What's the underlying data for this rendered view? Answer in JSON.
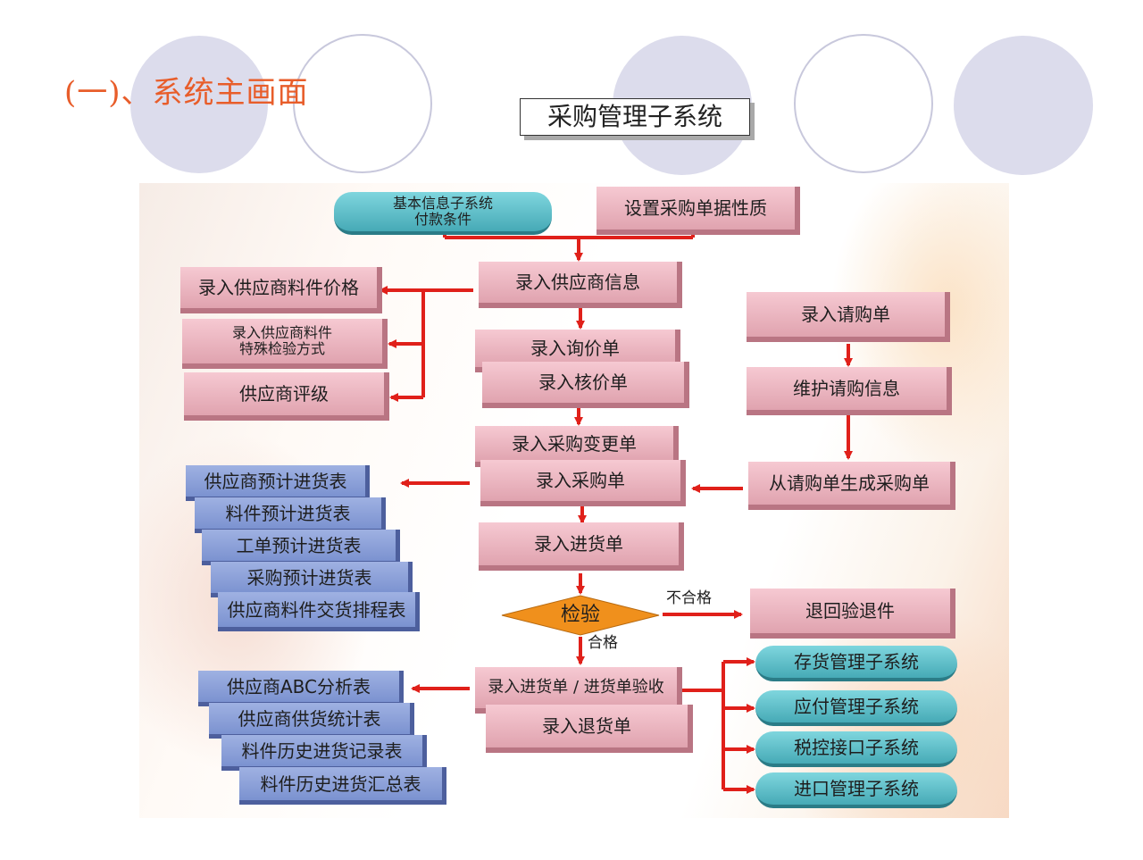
{
  "slide_title": "(一)、系统主画面",
  "system_title": "采购管理子系统",
  "nodes": {
    "base_info": "基本信息子系统\n付款条件",
    "set_doc": "设置采购单据性质",
    "supplier_info": "录入供应商信息",
    "supplier_price": "录入供应商料件价格",
    "supplier_inspect": "录入供应商料件\n特殊检验方式",
    "supplier_rating": "供应商评级",
    "inquiry": "录入询价单",
    "price_check": "录入核价单",
    "po_change": "录入采购变更单",
    "po": "录入采购单",
    "receipt": "录入进货单",
    "inspect": "检验",
    "fail_label": "不合格",
    "pass_label": "合格",
    "return_inspect": "退回验退件",
    "receipt_check": "录入进货单 / 进货单验收",
    "return_goods": "录入退货单",
    "requisition": "录入请购单",
    "maintain_req": "维护请购信息",
    "gen_po": "从请购单生成采购单"
  },
  "forecast_reports": [
    "供应商预计进货表",
    "料件预计进货表",
    "工单预计进货表",
    "采购预计进货表",
    "供应商料件交货排程表"
  ],
  "stat_reports": [
    "供应商ABC分析表",
    "供应商供货统计表",
    "料件历史进货记录表",
    "料件历史进货汇总表"
  ],
  "subsystems": [
    "存货管理子系统",
    "应付管理子系统",
    "税控接口子系统",
    "进口管理子系统"
  ],
  "colors": {
    "title": "#e85d2a",
    "arrow": "#e0201a",
    "pink_box": "#eab5c0",
    "blue_box": "#8a9fd8",
    "teal_box": "#5cc0c9",
    "diamond": "#f0901c"
  }
}
